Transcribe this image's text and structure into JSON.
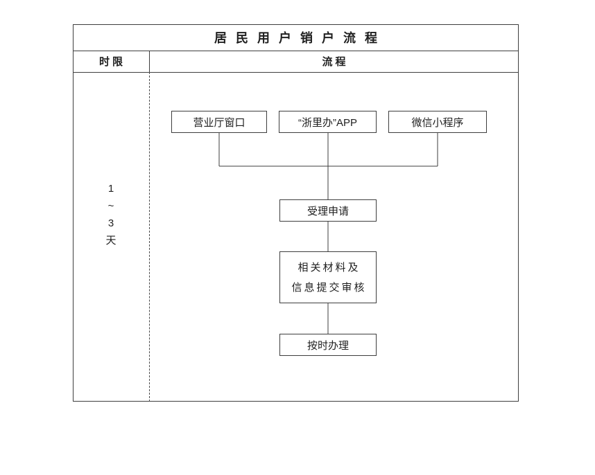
{
  "title": "居民用户销户流程",
  "header": {
    "time_limit": "时限",
    "process": "流程"
  },
  "time_limit": {
    "lines": [
      "1",
      "~",
      "3",
      "天"
    ]
  },
  "nodes": {
    "entry": [
      "营业厅窗口",
      "“浙里办”APP",
      "微信小程序"
    ],
    "step1": "受理申请",
    "step2": [
      "相关材料及",
      "信息提交审核"
    ],
    "step3": "按时办理"
  },
  "colors": {
    "line": "#3d3d3d",
    "background": "#ffffff"
  }
}
